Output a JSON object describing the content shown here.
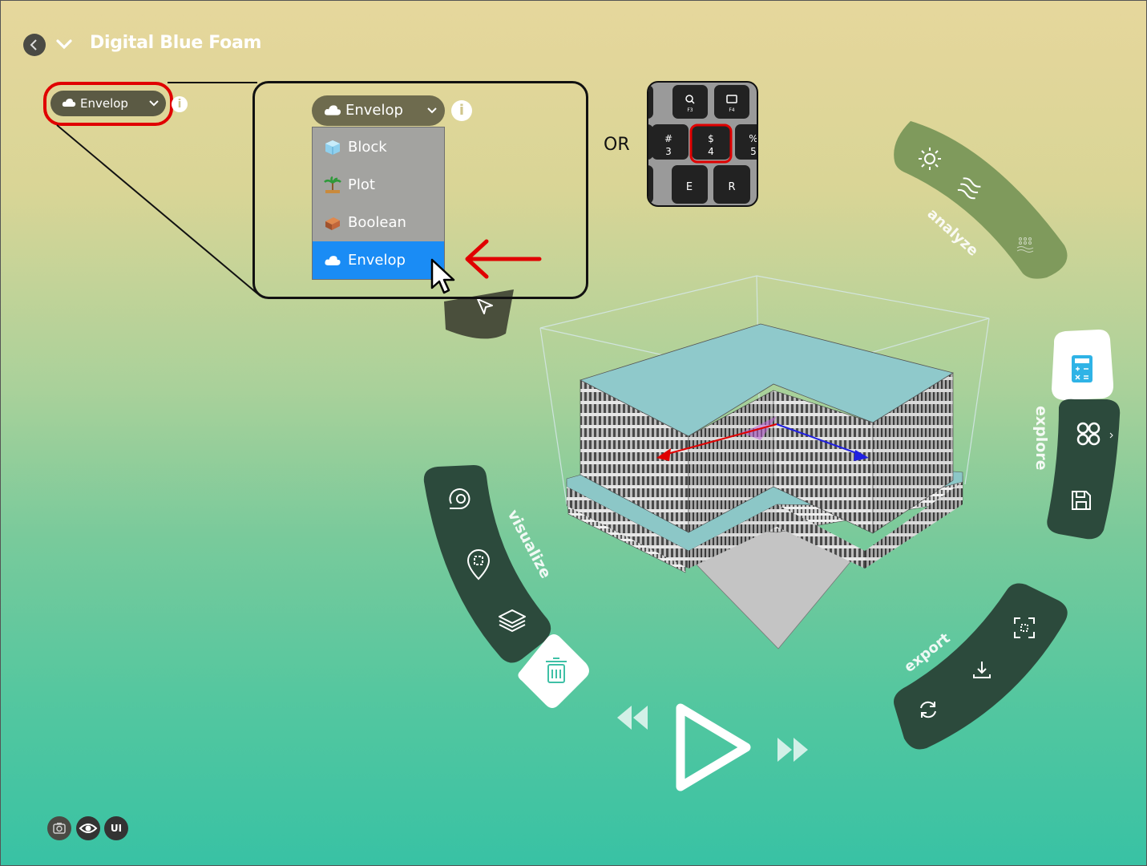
{
  "header": {
    "title": "Digital Blue Foam"
  },
  "mode_dropdown": {
    "selected": "Envelop",
    "info_glyph": "i"
  },
  "zoom_menu": {
    "button_label": "Envelop",
    "info_glyph": "i",
    "items": [
      {
        "label": "Block",
        "icon": "cube-icon"
      },
      {
        "label": "Plot",
        "icon": "palm-tree-icon"
      },
      {
        "label": "Boolean",
        "icon": "brick-icon"
      },
      {
        "label": "Envelop",
        "icon": "cloud-icon",
        "selected": true
      }
    ]
  },
  "shortcut": {
    "or_text": "OR",
    "keys_top": [
      "F3",
      "F4"
    ],
    "keys_mid": [
      {
        "sym": "#",
        "num": "3"
      },
      {
        "sym": "$",
        "num": "4"
      },
      {
        "sym": "%",
        "num": "5"
      }
    ],
    "keys_bottom": [
      "E",
      "R"
    ],
    "highlighted_key": "4"
  },
  "arcs": {
    "analyze": "analyze",
    "explore": "explore",
    "visualize": "visualize",
    "export": "export"
  },
  "bottom_bar": {
    "ui_label": "UI"
  },
  "colors": {
    "arc_dark": "#2c4a3c",
    "arc_olive": "#7f9a5c",
    "highlight_red": "#e00000",
    "menu_selected": "#1a8cf5"
  }
}
